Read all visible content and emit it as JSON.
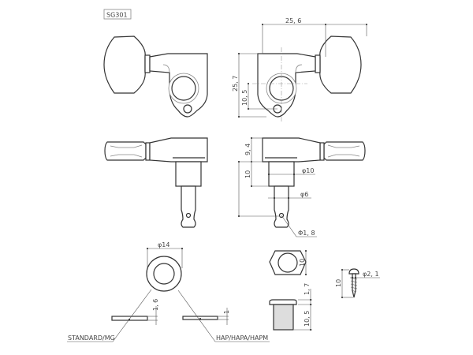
{
  "model_label": "SG301",
  "dimensions": {
    "front_width": "25, 6",
    "front_height": "25, 7",
    "hole_offset": "10, 5",
    "housing_height": "9, 4",
    "bushing_length": "10",
    "bushing_diameter": "φ10",
    "post_diameter": "φ6",
    "string_hole_diameter": "Φ1, 8",
    "washer_diameter": "φ14",
    "washer_standard_thickness": "1, 6",
    "washer_hap_thickness": "1",
    "nut_size": "10",
    "bushing_head_height": "1, 7",
    "bushing_thread_length": "10, 5",
    "screw_diameter": "φ2, 1",
    "screw_length": "10"
  },
  "labels": {
    "washer_standard": "STANDARD/MG",
    "washer_hap": "HAP/HAPA/HAPM"
  },
  "colors": {
    "line": "#333333",
    "background": "#ffffff"
  }
}
